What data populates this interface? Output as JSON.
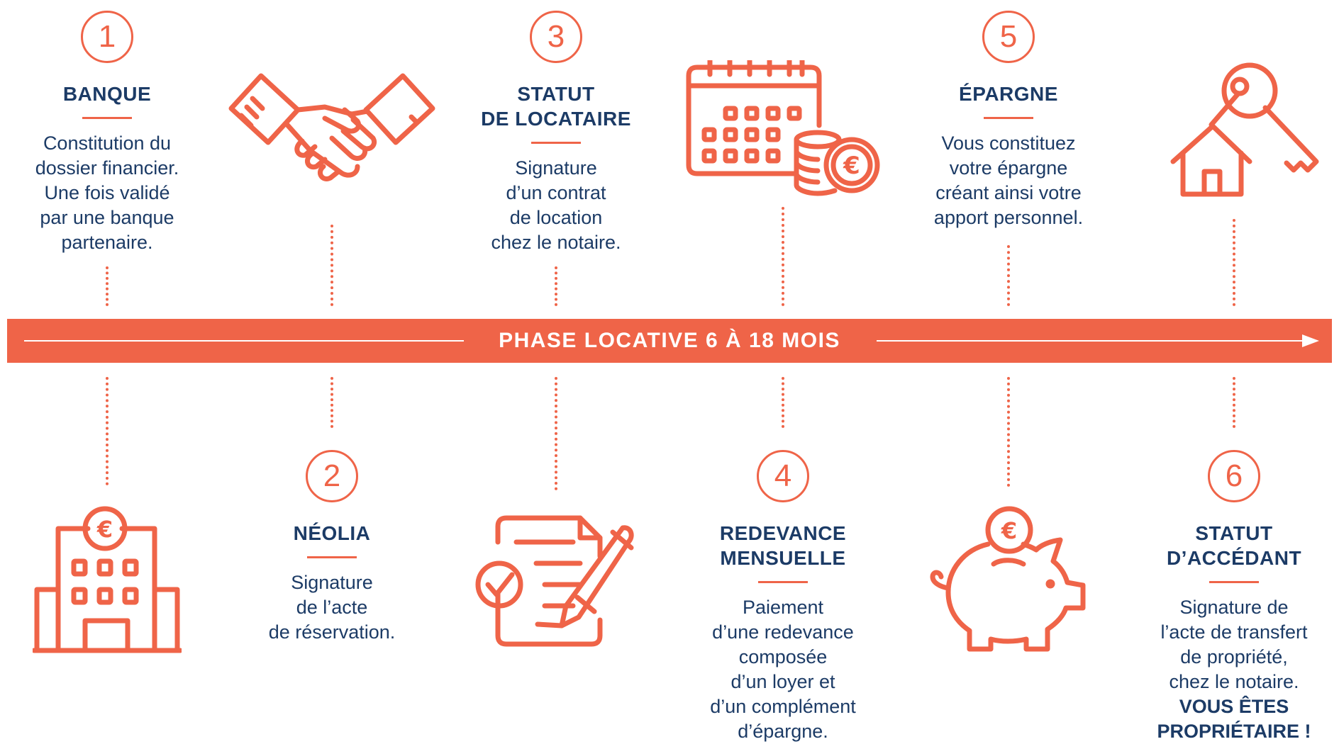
{
  "colors": {
    "accent": "#ef6448",
    "navy": "#1c3b66",
    "background": "#ffffff"
  },
  "band": {
    "label": "PHASE LOCATIVE 6 À 18 MOIS"
  },
  "steps": [
    {
      "number": "1",
      "title": "BANQUE",
      "description": "Constitution du\ndossier financier.\nUne fois validé\npar une banque\npartenaire.",
      "icon": "bank-building-euro-icon"
    },
    {
      "number": "2",
      "title": "NÉOLIA",
      "description": "Signature\nde l’acte\nde réservation.",
      "icon": "handshake-icon"
    },
    {
      "number": "3",
      "title": "STATUT\nDE LOCATAIRE",
      "description": "Signature\nd’un contrat\nde location\nchez le notaire.",
      "icon": "contract-signature-icon"
    },
    {
      "number": "4",
      "title": "REDEVANCE\nMENSUELLE",
      "description": "Paiement\nd’une redevance\ncomposée\nd’un loyer et\nd’un complément\nd’épargne.",
      "icon": "calendar-coins-icon"
    },
    {
      "number": "5",
      "title": "ÉPARGNE",
      "description": "Vous constituez\nvotre épargne\ncréant ainsi votre\napport personnel.",
      "icon": "piggy-bank-icon"
    },
    {
      "number": "6",
      "title": "STATUT\nD’ACCÉDANT",
      "description": "Signature de\nl’acte de transfert\nde propriété,\nchez le notaire.",
      "emphasis": "VOUS ÊTES\nPROPRIÉTAIRE !",
      "icon": "house-key-icon"
    }
  ]
}
